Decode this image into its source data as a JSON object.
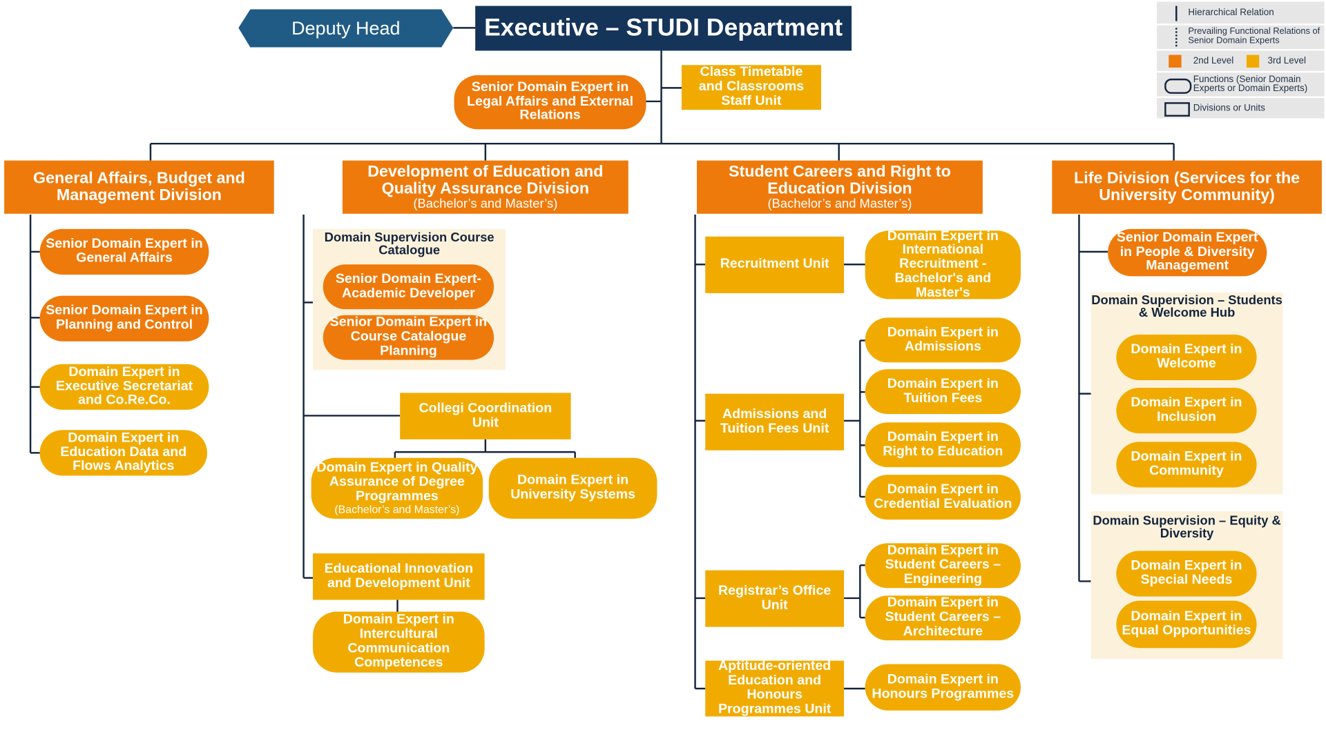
{
  "executive": {
    "title": "Executive – STUDI Department",
    "deputy": "Deputy Head"
  },
  "top": {
    "legal_affairs": "Senior Domain Expert in Legal Affairs and External Relations",
    "timetable_unit": "Class Timetable and Classrooms Staff Unit"
  },
  "legend": {
    "hierarchical": "Hierarchical Relation",
    "functional": "Prevailing Functional Relations of Senior Domain Experts",
    "level2": "2nd Level",
    "level3": "3rd Level",
    "functions": "Functions (Senior Domain Experts or Domain Experts)",
    "divisions": "Divisions or Units"
  },
  "divisions": {
    "general": {
      "title": "General Affairs, Budget and Management Division",
      "items": [
        "Senior Domain Expert in General Affairs",
        "Senior Domain Expert in Planning and Control",
        "Domain Expert in Executive Secretariat and Co.Re.Co.",
        "Domain Expert in Education Data and Flows Analytics"
      ]
    },
    "education": {
      "title": "Development of Education and Quality Assurance Division",
      "subtitle": "(Bachelor’s and Master’s)",
      "supervision": {
        "title": "Domain Supervision Course Catalogue",
        "items": [
          "Senior Domain Expert- Academic Developer",
          "Senior Domain Expert in Course Catalogue Planning"
        ]
      },
      "collegi": {
        "title": "Collegi Coordination Unit",
        "quality": "Domain Expert in Quality Assurance of Degree Programmes",
        "quality_sub": "(Bachelor’s and Master’s)",
        "systems": "Domain Expert in University Systems"
      },
      "innovation": {
        "title": "Educational Innovation and Development Unit",
        "intercultural": "Domain Expert in Intercultural Communication Competences"
      }
    },
    "careers": {
      "title": "Student Careers  and Right to Education Division",
      "subtitle": "(Bachelor’s and Master’s)",
      "recruitment": {
        "title": "Recruitment Unit",
        "items": [
          "Domain Expert in International Recruitment - Bachelor's and Master's"
        ]
      },
      "admissions": {
        "title": "Admissions and Tuition Fees Unit",
        "items": [
          "Domain Expert in Admissions",
          "Domain Expert in Tuition Fees",
          "Domain Expert in Right to Education",
          "Domain Expert in Credential Evaluation"
        ]
      },
      "registrar": {
        "title": "Registrar’s Office Unit",
        "items": [
          "Domain Expert in Student Careers – Engineering",
          "Domain Expert in Student Careers – Architecture"
        ]
      },
      "aptitude": {
        "title": "Aptitude-oriented Education and Honours Programmes Unit",
        "items": [
          "Domain Expert in Honours Programmes"
        ]
      }
    },
    "life": {
      "title": "Life Division (Services for the University Community)",
      "senior": "Senior Domain Expert in People & Diversity Management",
      "welcome": {
        "title": "Domain Supervision – Students & Welcome Hub",
        "items": [
          "Domain Expert in Welcome",
          "Domain Expert in Inclusion",
          "Domain Expert in Community"
        ]
      },
      "equity": {
        "title": "Domain Supervision – Equity & Diversity",
        "items": [
          "Domain Expert in Special Needs",
          "Domain Expert in Equal Opportunities"
        ]
      }
    }
  },
  "colors": {
    "level2": "#ee7a0b",
    "level3": "#f1ab00",
    "executive": "#15345a",
    "deputy": "#1f5b85",
    "line": "#14243d",
    "panel": "#fcf2dc"
  }
}
